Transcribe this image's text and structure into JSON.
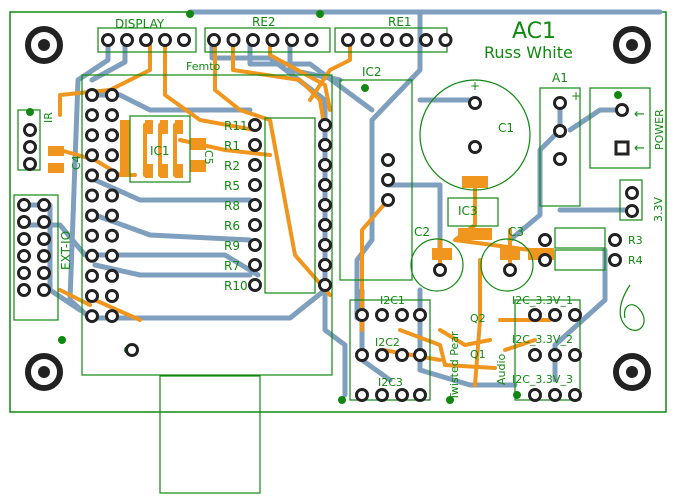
{
  "board": {
    "title": "AC1",
    "author": "Russ White",
    "labels": {
      "display": "DISPLAY",
      "re2": "RE2",
      "re1": "RE1",
      "femto": "Femto",
      "ic2": "IC2",
      "ic1": "IC1",
      "c5": "C5",
      "ir": "IR",
      "c4": "C4",
      "ext_io": "EXT-IO",
      "c1": "C1",
      "a1": "A1",
      "power": "POWER",
      "v33": "3.3V",
      "ic3": "IC3",
      "c2": "C2",
      "c3": "C3",
      "r3": "R3",
      "r4": "R4",
      "i2c1": "I2C1",
      "i2c2": "I2C2",
      "i2c3": "I2C3",
      "q2": "Q2",
      "q1": "Q1",
      "twisted_pear": "Twisted Pear",
      "audio": "Audio",
      "i2c_33_1": "I2C_3.3V_1",
      "i2c_33_2": "I2C_3.3V_2",
      "i2c_33_3": "I2C_3.3V_3",
      "plus": "+",
      "arrow": "←"
    },
    "resistors_left": [
      "R11",
      "R1",
      "R2",
      "R5",
      "R8",
      "R6",
      "R9",
      "R7",
      "R10"
    ],
    "colors": {
      "silk": "#118811",
      "top_copper": "#f0961e",
      "bottom_copper": "#7f9fbf",
      "pad": "#222222",
      "background": "#ffffff"
    }
  }
}
